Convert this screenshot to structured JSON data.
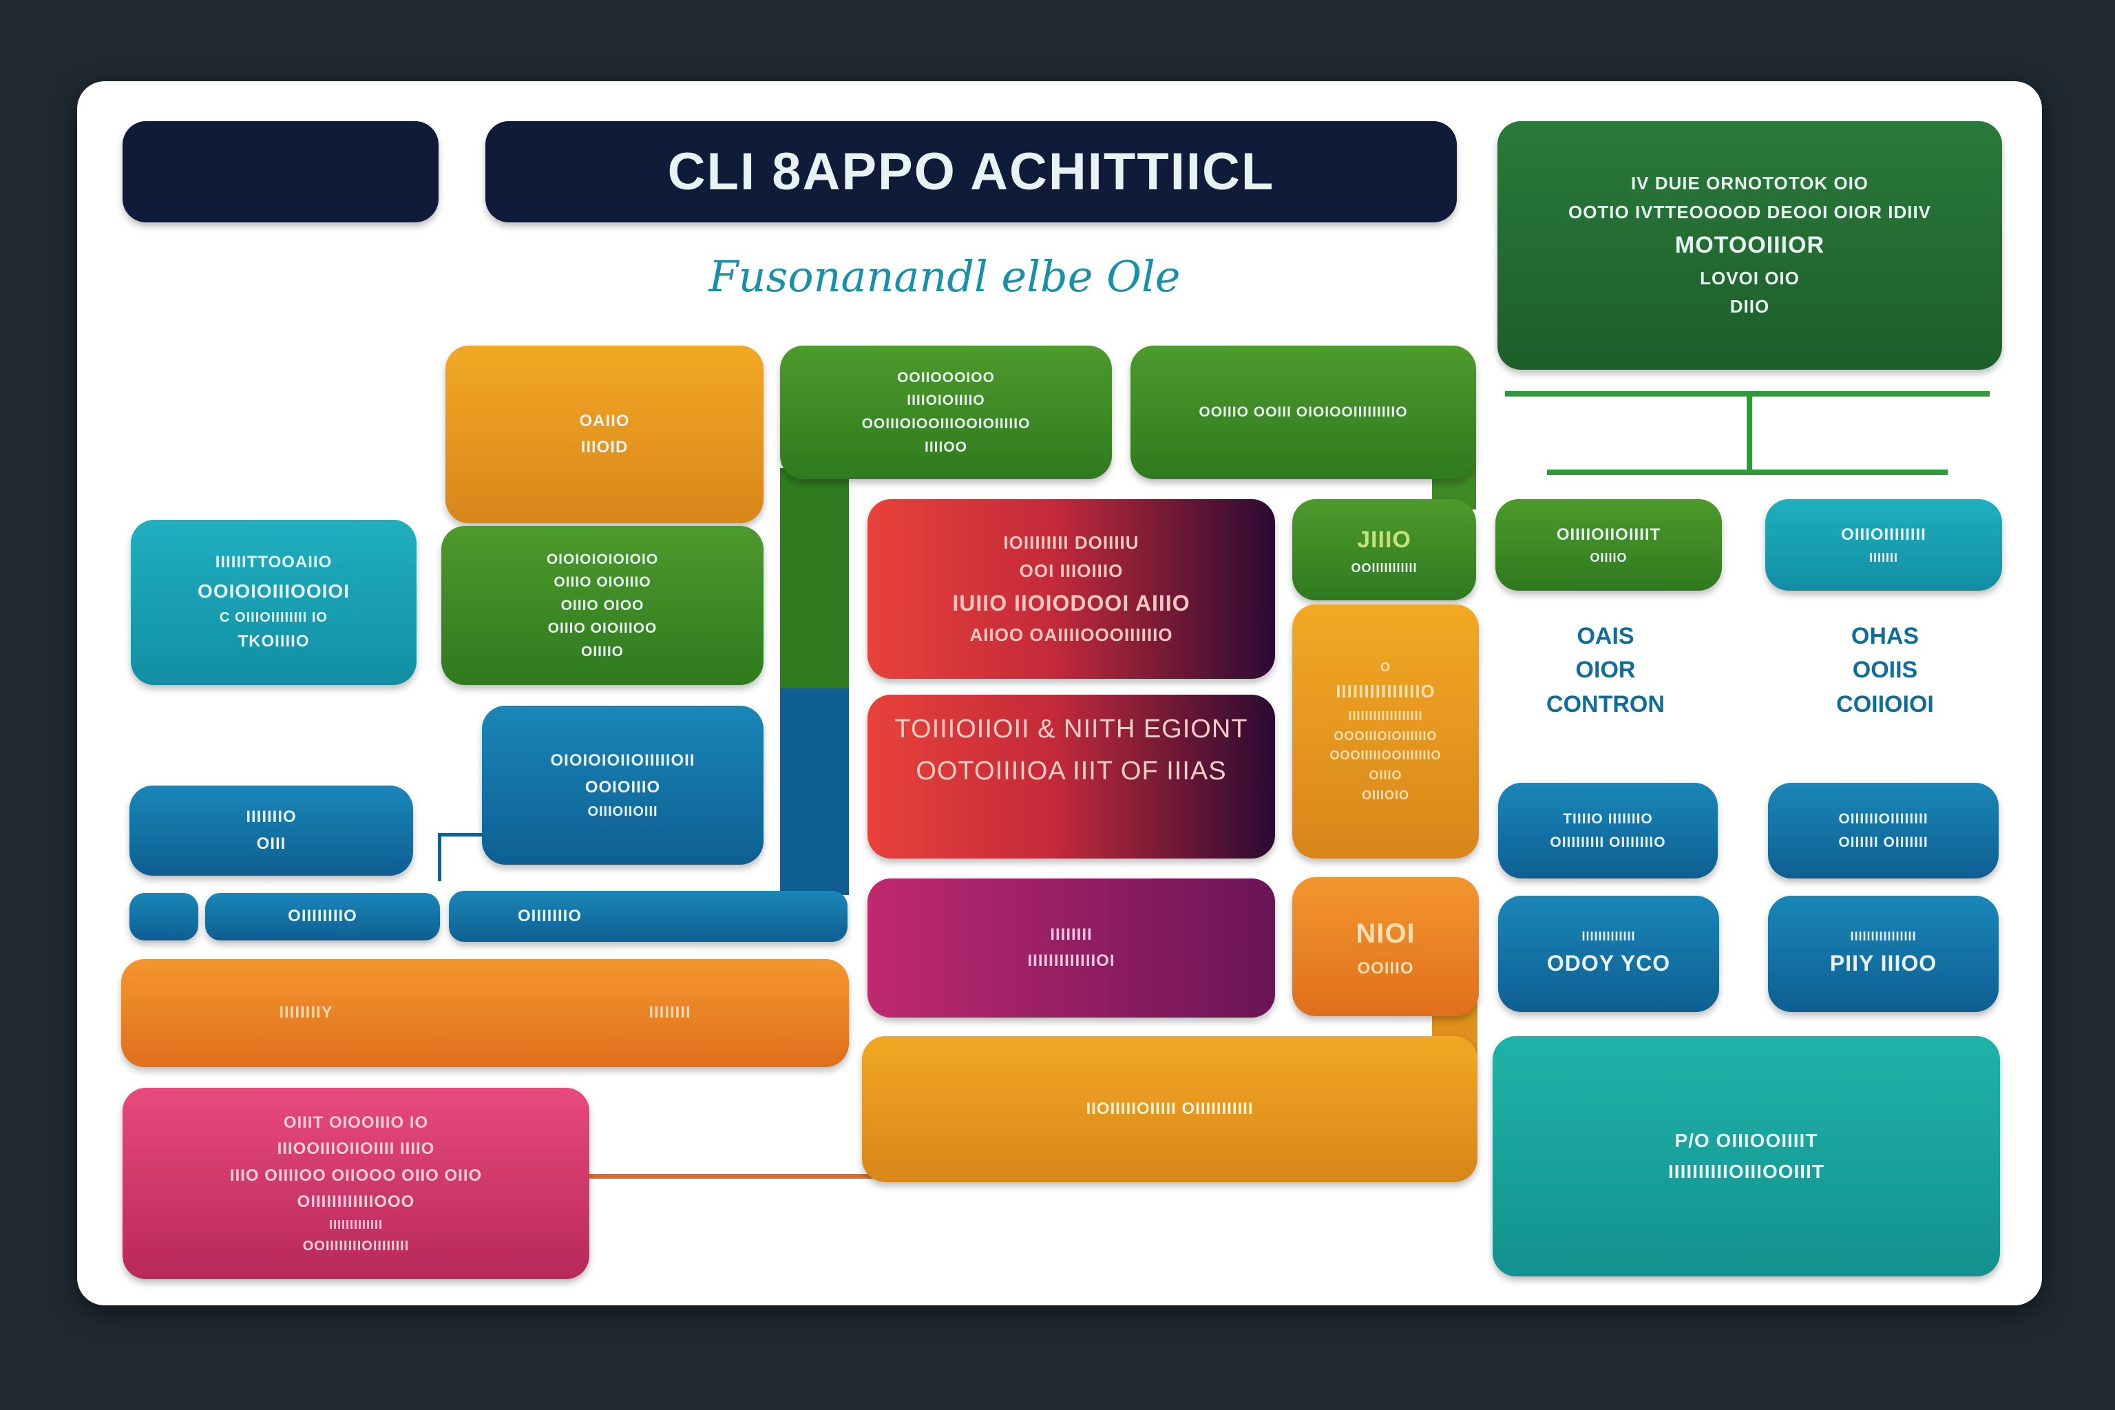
{
  "title": "CLI 8APPO ACHITTIICL",
  "subtitle": "Fusonanandl elbe Ole",
  "top_right": [
    "IV DUIE ORNOTOTOK OIO",
    "OOTIO IVTTEOOOOD DEOOI OIOR IDIIV",
    "MOTOOIIIOR",
    "LOVOI OIO",
    "DIIO"
  ],
  "boxes": {
    "orange_top": [
      "OAIIO",
      "IIIOID"
    ],
    "green_mid": [
      "OIOIOIOIOIOIO",
      "OIIIO OIOIIIO",
      "OIIIO OIOO",
      "OIIIO OIOIIIOO",
      "OIIIIO"
    ],
    "green_top": [
      "OOIIOOOIOO",
      "IIIIOIOIIIIO",
      "OOIIIOIOOIIIOOIOIIIIIO",
      "IIIIOO"
    ],
    "green_top2": [
      "OOIIIO OOIII OIOIOOIIIIIIIIIO"
    ],
    "green_small": [
      "JIIIO",
      "OOIIIIIIIIIII"
    ],
    "teal_left": [
      "IIIIIITTOOAIIO",
      "OOIOIOIIIOOIOI",
      "C OIIIOIIIIIIII IO",
      "TKOIIIIO"
    ],
    "blue_mid": [
      "OIOIOIOIIOIIIIIOII",
      "OOIOIIIO",
      "OIIIOIIOIII"
    ],
    "blue_small": [
      "IIIIIIIO",
      "OIII"
    ],
    "blue_bar1": "OIIIIIIIIO",
    "blue_bar2": "OIIIIIIIO",
    "red1": [
      "IOIIIIIIII DOIIIIU",
      "OOI IIIOIIIO",
      "IUIIO IIOIODOOI AIIIO",
      "AIIOO OAIIIIOOOIIIIIIO"
    ],
    "red2": [
      "TOIIIOIIOII & NIITH EGIONT",
      "OOTOIIIIOA IIIT OF IIIAS"
    ],
    "purple": [
      "IIIIIIII",
      "IIIIIIIIIIIIIOI"
    ],
    "orange_tall": [
      "O",
      "IIIIIIIIIIIIIIIO",
      "IIIIIIIIIIIIIIIIII",
      "OOOIIIOIOIIIIIIO",
      "OOOIIIIIOOIIIIIIIO",
      "OIIIO",
      "OIIIOIO"
    ],
    "orange_small": [
      "NIOI",
      "OOIIIO"
    ],
    "orange_wide": [
      "IIIIIIIIY",
      "IIIIIIII"
    ],
    "orange_big": "IIOIIIIIOIIIII OIIIIIIIIIII",
    "pink": [
      "OIIIT OIOOIIIO IO",
      "IIIOOIIIOIIOIIII IIIIO",
      "IIIO OIIIIOO OIIOOO OIIO OIIO",
      "OIIIIIIIIIIIIOOO",
      "IIIIIIIIIIIII",
      "OOIIIIIIIIOIIIIIIII"
    ],
    "green_right": [
      "OIIIIOIIOIIIIT",
      "OIIIIO"
    ],
    "teal_right": [
      "OIIIOIIIIIIII",
      "IIIIIII"
    ],
    "label_left": [
      "OAIS",
      "OIOR",
      "CONTRON"
    ],
    "label_right": [
      "OHAS",
      "OOIIS",
      "COIIOIOI"
    ],
    "blue_r1": [
      "TIIIIO IIIIIIIO",
      "OIIIIIIIII OIIIIIIIO"
    ],
    "blue_r2": [
      "OIIIIIIOIIIIIIII",
      "OIIIIII OIIIIIII"
    ],
    "blue_r3": [
      "IIIIIIIIIIIII",
      "ODOY YCO"
    ],
    "blue_r4": [
      "IIIIIIIIIIIIIIII",
      "PIIY IIIOO"
    ],
    "teal_big": [
      "P/O OIIIOOIIIIT",
      "IIIIIIIIIIOIIIOOIIIT"
    ]
  },
  "colors": {
    "navy": "#0f1b38",
    "green": "#3b8a26",
    "orange": "#e8951f",
    "blue": "#1474a8",
    "teal": "#17a0a8",
    "red": "#d8363a",
    "purple": "#9a1f66",
    "pink": "#d63a6c"
  }
}
